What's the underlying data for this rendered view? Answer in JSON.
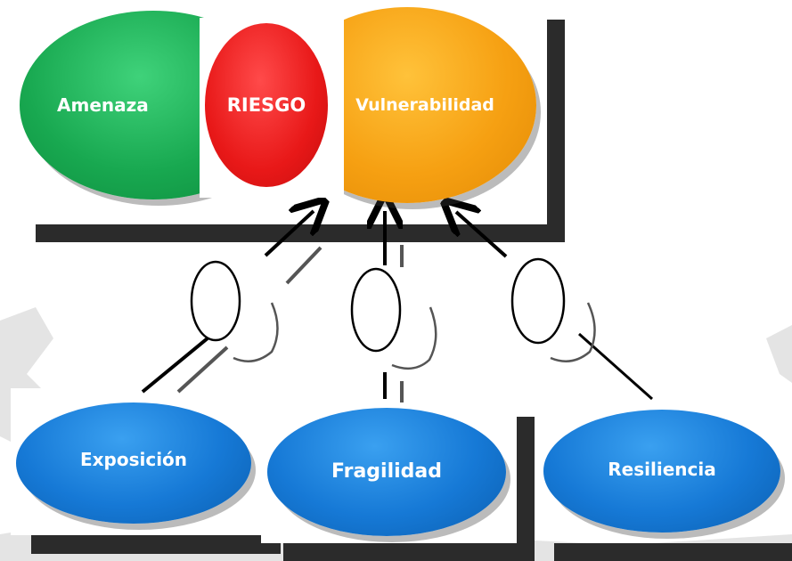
{
  "diagram": {
    "top": {
      "threat_label": "Amenaza",
      "risk_label": "RIESGO",
      "vulnerability_label": "Vulnerabilidad"
    },
    "factors": [
      {
        "label": "Exposición"
      },
      {
        "label": "Fragilidad"
      },
      {
        "label": "Resiliencia"
      }
    ],
    "colors": {
      "threat": "#18a850",
      "risk": "#e81818",
      "vulnerability": "#f6a012",
      "factor": "#1679d6",
      "shadow": "#2b2b2b",
      "background_shape": "#d9d9d9"
    }
  }
}
